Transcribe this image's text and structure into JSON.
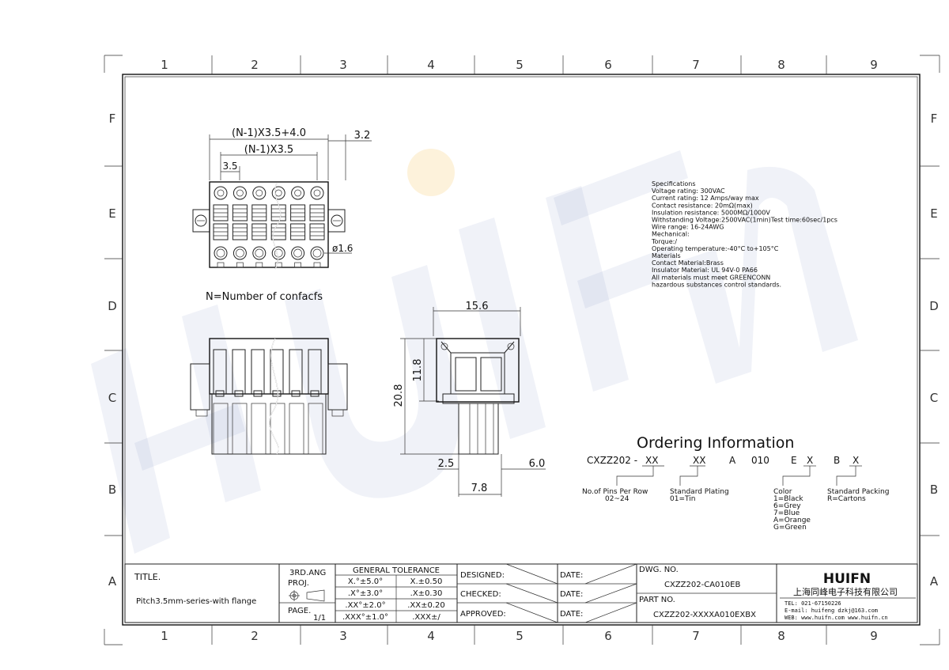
{
  "grid": {
    "columns": [
      "1",
      "2",
      "3",
      "4",
      "5",
      "6",
      "7",
      "8",
      "9"
    ],
    "rows": [
      "F",
      "E",
      "D",
      "C",
      "B",
      "A"
    ]
  },
  "watermark": {
    "text": "HUIFN",
    "dot_color": "#f6c35a",
    "color": "#3b5ba8"
  },
  "top_view": {
    "dims": [
      "(N-1)X3.5+4.0",
      "(N-1)X3.5",
      "3.5",
      "3.2",
      "ø1.6"
    ],
    "note": "N=Number of confacfs"
  },
  "side_view": {
    "dims": [
      "15.6",
      "11.8",
      "20.8",
      "2.5",
      "6.0",
      "7.8"
    ]
  },
  "specifications": [
    "Specifications",
    "Voltage rating: 300VAC",
    "Current rating: 12 Amps/way max",
    "Contact resistance: 20mΩ(max)",
    "Insulation resistance: 5000MΩ/1000V",
    "Withstanding Voltage:2500VAC(1min)Test time:60sec/1pcs",
    "Wire range: 16-24AWG",
    "Mechanical:",
    "Torque:/",
    "Operating temperature:-40°C to+105°C",
    "Materials",
    "Contact Material:Brass",
    "Insulator Material: UL 94V-0 PA66",
    "All materials must meet GREENCONN",
    "hazardous substances control standards."
  ],
  "ordering": {
    "title": "Ordering Information",
    "code_parts": [
      "CXZZ202 -",
      "XX",
      "XX",
      "A",
      "010",
      "E",
      "X",
      "B",
      "X"
    ],
    "pins": {
      "label": "No.of Pins Per Row",
      "value": "02~24"
    },
    "plating": {
      "label": "Standard Plating",
      "value": "01=Tin"
    },
    "color": {
      "label": "Color",
      "options": [
        "1=Black",
        "6=Grey",
        "7=Blue",
        "A=Orange",
        "G=Green"
      ]
    },
    "packing": {
      "label": "Standard Packing",
      "value": "R=Cartons"
    }
  },
  "title_block": {
    "title_label": "TITLE.",
    "title_value": "Pitch3.5mm-series-with flange",
    "proj_label_1": "3RD.ANG",
    "proj_label_2": "PROJ.",
    "page_label": "PAGE.",
    "page_value": "1/1",
    "tolerance_title": "GENERAL  TOLERANCE",
    "tolerance": [
      [
        "X.°±5.0°",
        "X.±0.50"
      ],
      [
        ".X°±3.0°",
        ".X±0.30"
      ],
      [
        ".XX°±2.0°",
        ".XX±0.20"
      ],
      [
        ".XXX°±1.0°",
        ".XXX±/"
      ]
    ],
    "signoffs": [
      {
        "role": "DESIGNED:",
        "date": "DATE:"
      },
      {
        "role": "CHECKED:",
        "date": "DATE:"
      },
      {
        "role": "APPROVED:",
        "date": "DATE:"
      }
    ],
    "dwg_label": "DWG.  NO.",
    "dwg_value": "CXZZ202-CA010EB",
    "part_label": "PART NO.",
    "part_value": "CXZZ202-XXXXA010EXBX",
    "company_logo": "HUIFN",
    "company_name": "上海同峰电子科技有限公司",
    "company_tel": "TEL: 021-67150226",
    "company_email": "E-mail: huifeng dzkj@163.com",
    "company_web": "WEB: www.huifn.com  www.huifn.cn"
  }
}
